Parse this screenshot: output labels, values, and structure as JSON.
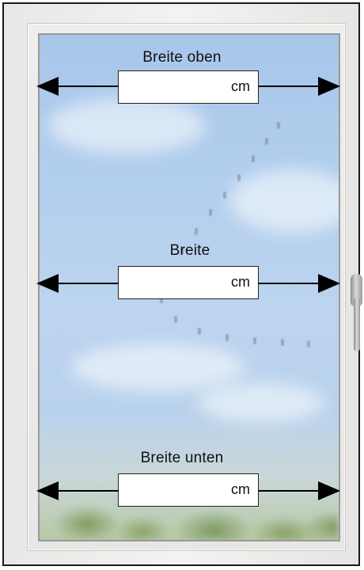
{
  "measurements": [
    {
      "label": "Breite oben",
      "value": "",
      "unit": "cm"
    },
    {
      "label": "Breite",
      "value": "",
      "unit": "cm"
    },
    {
      "label": "Breite unten",
      "value": "",
      "unit": "cm"
    }
  ],
  "colors": {
    "arrow": "#000000",
    "frame": "#ebeae8",
    "sky": "#b3cfee"
  },
  "icons": {
    "arrows": "double-headed-arrow-icon",
    "handle": "window-handle-icon"
  }
}
